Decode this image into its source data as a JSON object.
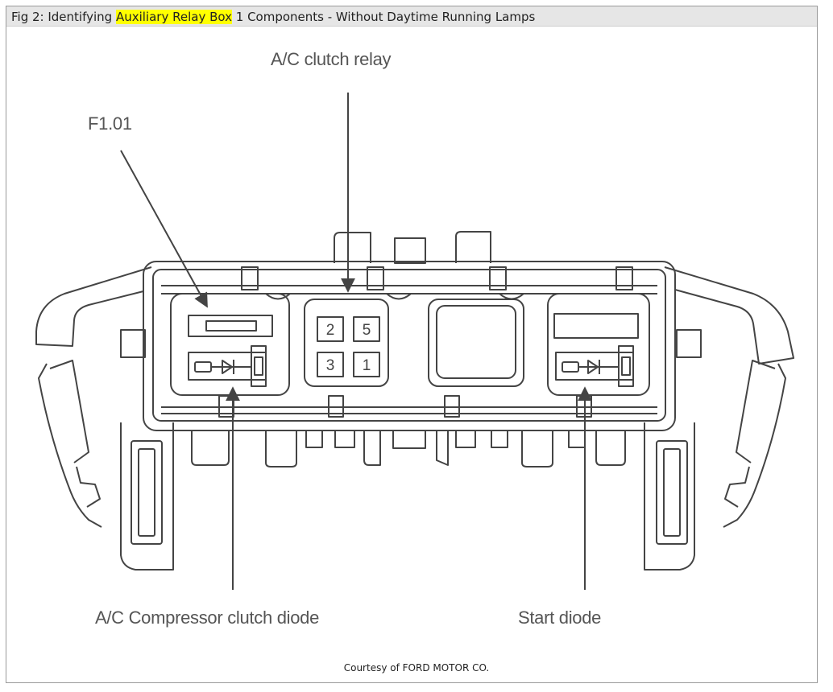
{
  "title": {
    "before": "Fig 2: Identifying ",
    "highlight": "Auxiliary Relay Box",
    "after": " 1 Components - Without Daytime Running Lamps"
  },
  "labels": {
    "ac_clutch_relay": "A/C clutch relay",
    "fuse": "F1.01",
    "ac_compressor_diode": "A/C Compressor clutch diode",
    "start_diode": "Start diode"
  },
  "relay_pins": [
    "2",
    "5",
    "3",
    "1"
  ],
  "credit": "Courtesy of FORD MOTOR CO.",
  "colors": {
    "highlight": "#ffff00",
    "line": "#444444",
    "title_bar": "#e6e6e6"
  }
}
